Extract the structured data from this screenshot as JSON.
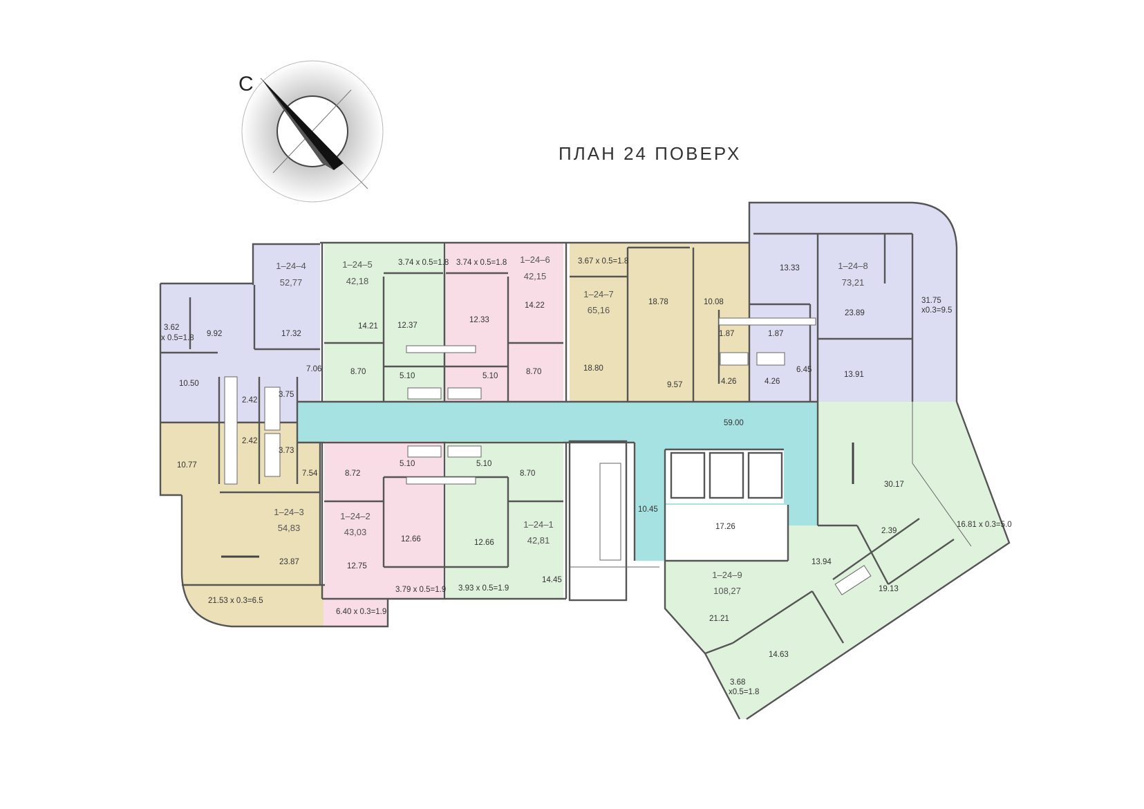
{
  "title": "ПЛАН 24 ПОВЕРХ",
  "compass_letter": "С",
  "colors": {
    "violet": "#dcdcf2",
    "green": "#def2dc",
    "pink": "#f8dde6",
    "beige": "#ece0b8",
    "cyan": "#a6e2e2",
    "white": "#ffffff"
  },
  "apartments": {
    "a1": {
      "code": "1–24–1",
      "area": "42,81"
    },
    "a2": {
      "code": "1–24–2",
      "area": "43,03"
    },
    "a3": {
      "code": "1–24–3",
      "area": "54,83"
    },
    "a4": {
      "code": "1–24–4",
      "area": "52,77"
    },
    "a5": {
      "code": "1–24–5",
      "area": "42,18"
    },
    "a6": {
      "code": "1–24–6",
      "area": "42,15"
    },
    "a7": {
      "code": "1–24–7",
      "area": "65,16"
    },
    "a8": {
      "code": "1–24–8",
      "area": "73,21"
    },
    "a9": {
      "code": "1–24–9",
      "area": "108,27"
    }
  },
  "rooms": {
    "r3_62": "3.62",
    "r3_62b": "x 0.5=1.8",
    "r9_92": "9.92",
    "r17_32": "17.32",
    "r7_06": "7.06",
    "r10_50": "10.50",
    "r2_42a": "2.42",
    "r3_75": "3.75",
    "r2_42b": "2.42",
    "r3_73": "3.73",
    "r10_77": "10.77",
    "r7_54": "7.54",
    "r23_87": "23.87",
    "r21_53": "21.53 x 0.3=6.5",
    "r6_40": "6.40 x 0.3=1.9",
    "r3_74a": "3.74 x 0.5=1.8",
    "r3_74b": "3.74 x 0.5=1.8",
    "r3_67": "3.67 x 0.5=1.8",
    "r14_21": "14.21",
    "r12_37": "12.37",
    "r12_33": "12.33",
    "r14_22": "14.22",
    "r8_70a": "8.70",
    "r5_10a": "5.10",
    "r5_10b": "5.10",
    "r8_70b": "8.70",
    "r18_80": "18.80",
    "r18_78": "18.78",
    "r9_57": "9.57",
    "r10_08": "10.08",
    "r1_87a": "1.87",
    "r1_87b": "1.87",
    "r4_26a": "4.26",
    "r4_26b": "4.26",
    "r13_33": "13.33",
    "r23_89": "23.89",
    "r6_45": "6.45",
    "r13_91": "13.91",
    "r31_75": "31.75",
    "r31_75b": "x0.3=9.5",
    "r59_00": "59.00",
    "r8_72": "8.72",
    "r5_10c": "5.10",
    "r5_10d": "5.10",
    "r8_70c": "8.70",
    "r12_66a": "12.66",
    "r12_66b": "12.66",
    "r12_75": "12.75",
    "r14_45": "14.45",
    "r3_79": "3.79 x 0.5=1.9",
    "r3_93": "3.93 x 0.5=1.9",
    "r10_45": "10.45",
    "r17_26": "17.26",
    "r30_17": "30.17",
    "r2_39": "2.39",
    "r16_81": "16.81 x 0.3=5.0",
    "r13_94": "13.94",
    "r19_13": "19.13",
    "r21_21": "21.21",
    "r14_63": "14.63",
    "r3_68": "3.68",
    "r3_68b": "x0.5=1.8"
  }
}
